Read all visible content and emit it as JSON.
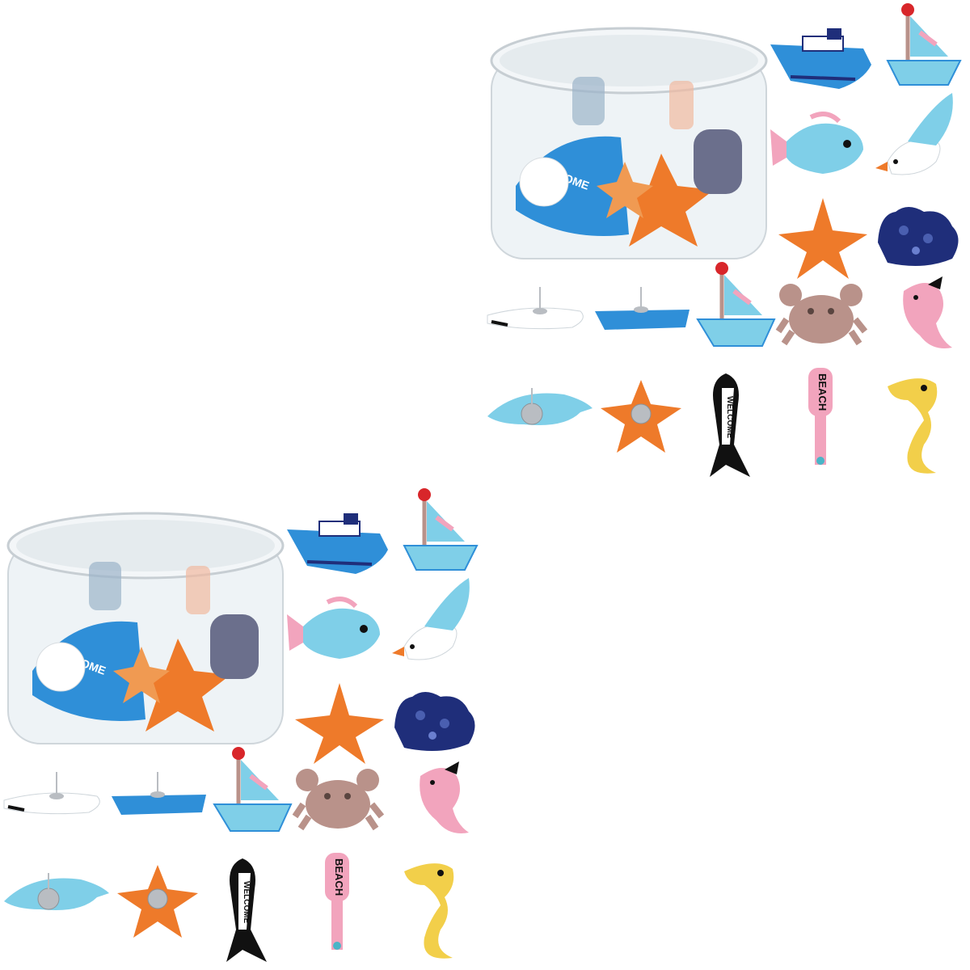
{
  "product": {
    "sets": [
      {
        "id": "set-top-right",
        "pin_texts": {
          "welcome": "WELCOME",
          "beach": "BEACH"
        }
      },
      {
        "id": "set-bottom-left",
        "pin_texts": {
          "welcome": "WELCOME",
          "beach": "BEACH"
        }
      }
    ],
    "pins": [
      "cruise-ship",
      "sailboat",
      "tropical-fish",
      "seagull",
      "starfish",
      "coral",
      "surfboard",
      "boat",
      "sailboat",
      "crab",
      "dolphin",
      "fish",
      "starfish",
      "fish-bone",
      "paddle",
      "seahorse"
    ],
    "container": "clear-round-jar",
    "colors": {
      "sky_blue": "#2f8fd8",
      "light_blue": "#7fcfe8",
      "orange": "#ee7a2a",
      "navy": "#1f2e7a",
      "pink": "#f2a4bd",
      "tan": "#b9928a",
      "yellow": "#f2cf4a",
      "red": "#d8262a",
      "white": "#ffffff",
      "black": "#111111",
      "metal": "#b9bdc2"
    }
  }
}
